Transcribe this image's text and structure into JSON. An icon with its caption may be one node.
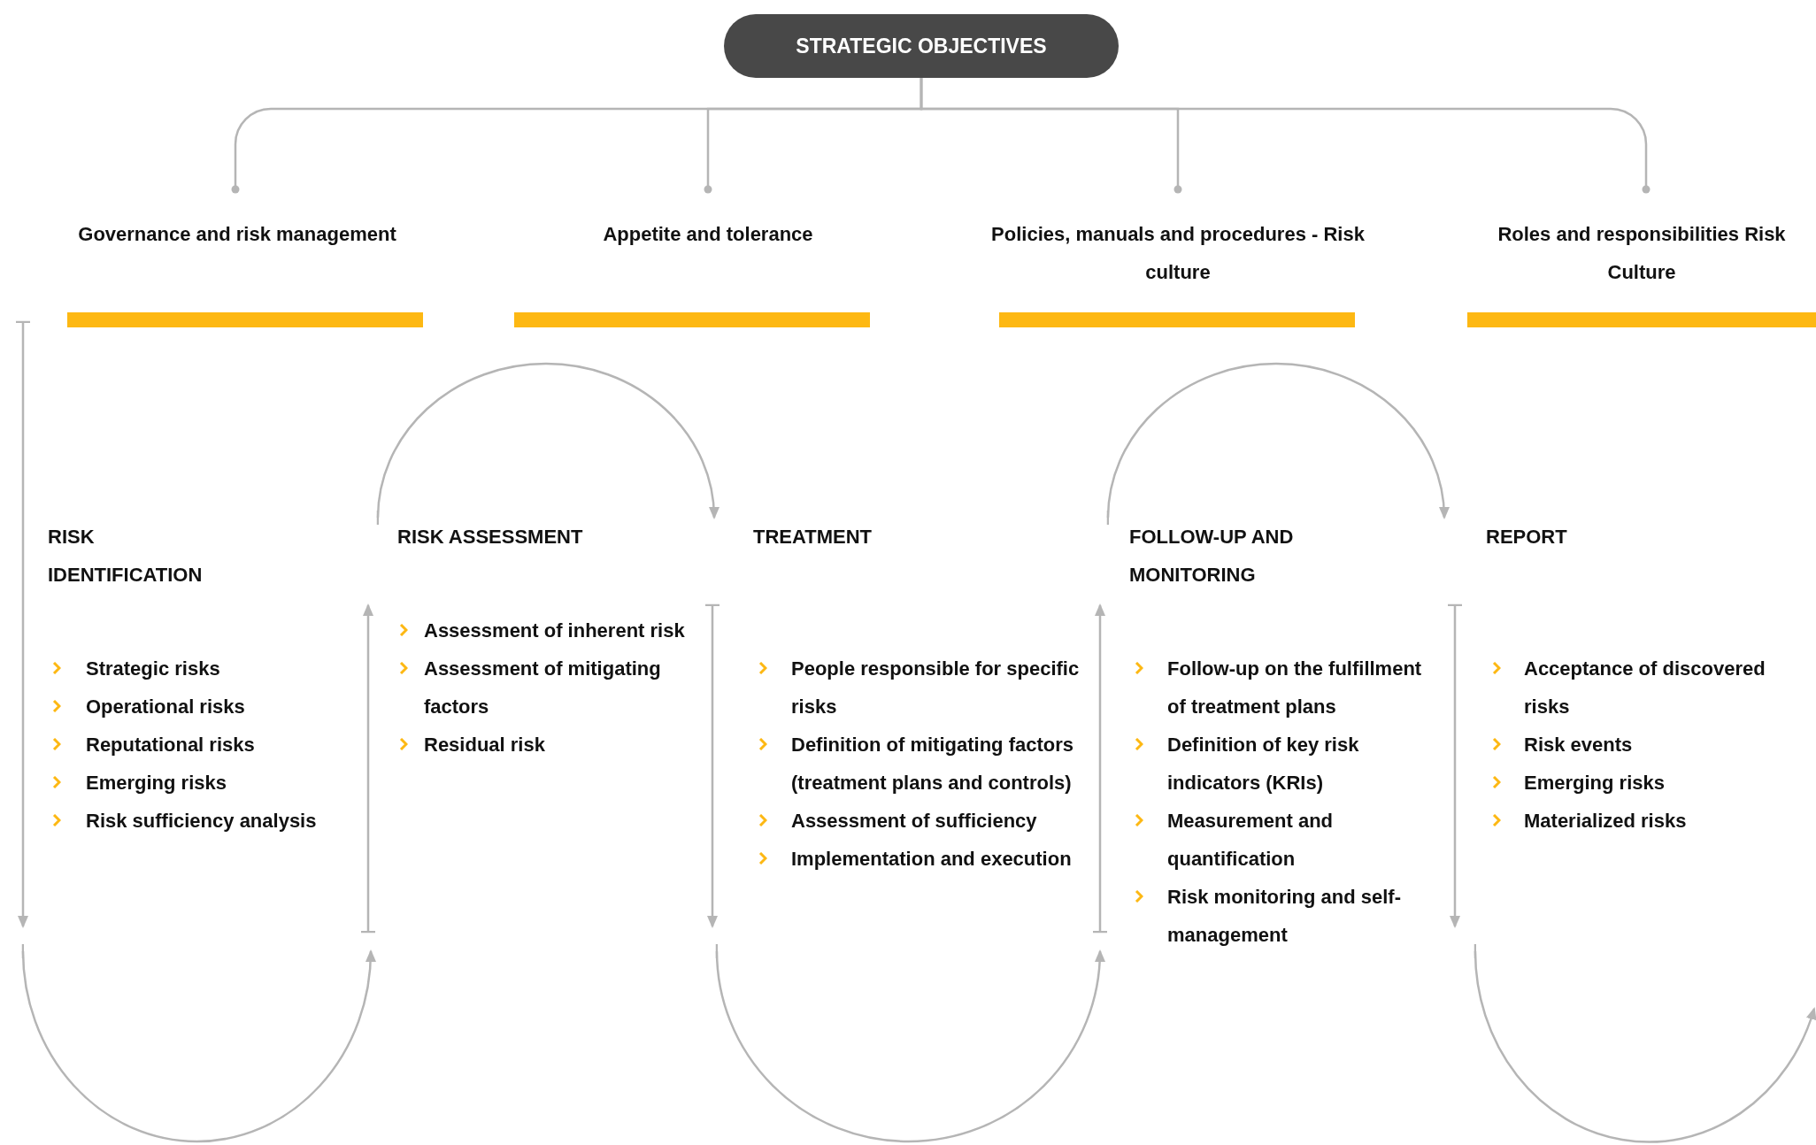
{
  "diagram": {
    "nodes": [
      {
        "text": [
          "STRATEGIC OBJECTIVES"
        ]
      },
      {
        "text": [
          "Governance and risk management"
        ]
      },
      {
        "text": [
          "Appetite and tolerance"
        ]
      },
      {
        "text": [
          "Policies, manuals and procedures - Risk culture"
        ]
      },
      {
        "text": [
          "Roles and responsibilities Risk Culture"
        ]
      },
      {
        "text": [
          "RISK IDENTIFICATION",
          "Strategic risks",
          "Operational risks",
          "Reputational risks",
          "Emerging risks",
          "Risk sufficiency analysis"
        ]
      },
      {
        "text": [
          "RISK ASSESSMENT",
          "Assessment of inherent risk",
          "Assessment of mitigating factors",
          "Residual risk"
        ]
      },
      {
        "text": [
          "TREATMENT",
          "People responsible for specific risks",
          "Definition of mitigating factors (treatment plans and controls)",
          "Assessment of sufficiency",
          "Implementation and execution"
        ]
      },
      {
        "text": [
          "FOLLOW-UP AND MONITORING",
          "Follow-up on the fulfillment of treatment plans",
          "Definition of key risk indicators (KRIs)",
          "Measurement and quantification",
          "Risk monitoring and self-management"
        ]
      },
      {
        "text": [
          "REPORT",
          "Acceptance of discovered risks",
          "Risk events",
          "Emerging risks",
          "Materialized risks"
        ]
      }
    ],
    "edges": [
      {
        "from": 0,
        "to": 1,
        "arrow": "other"
      },
      {
        "from": 0,
        "to": 2,
        "arrow": "other"
      },
      {
        "from": 0,
        "to": 3,
        "arrow": "other"
      },
      {
        "from": 0,
        "to": 4,
        "arrow": "other"
      },
      {
        "from": 5,
        "to": 6,
        "arrow": "to"
      },
      {
        "from": 6,
        "to": 7,
        "arrow": "to"
      },
      {
        "from": 7,
        "to": 8,
        "arrow": "to"
      },
      {
        "from": 8,
        "to": 9,
        "arrow": "to"
      },
      {
        "from": 9,
        "to": null,
        "arrow": "to"
      }
    ]
  }
}
